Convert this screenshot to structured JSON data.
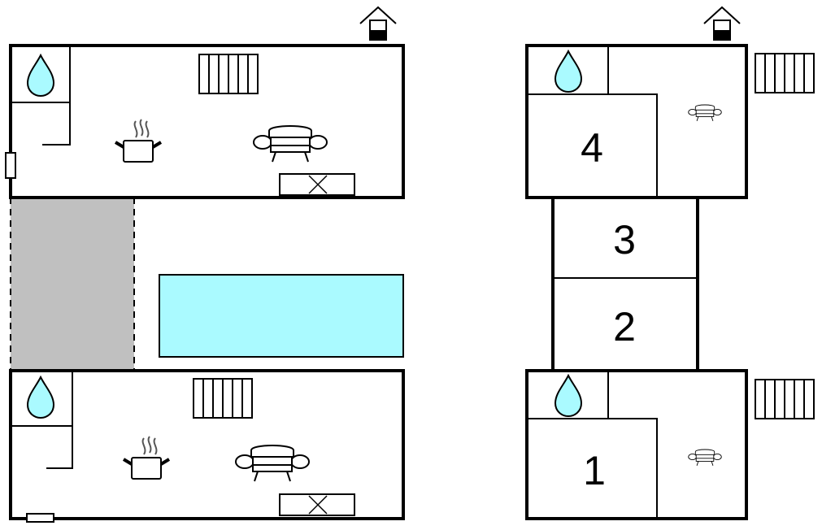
{
  "colors": {
    "background": "#ffffff",
    "walls": "#000000",
    "pool": "#aafaff",
    "water_drop": "#aafaff",
    "terrace": "#c0c0c0"
  },
  "icons": [
    "water-drop-icon",
    "heater-icon",
    "stove-icon",
    "sofa-icon",
    "fireplace-icon",
    "chimney-icon",
    "window-icon",
    "door-icon"
  ],
  "rooms": [
    {
      "label": "4"
    },
    {
      "label": "3"
    },
    {
      "label": "2"
    },
    {
      "label": "1"
    }
  ]
}
